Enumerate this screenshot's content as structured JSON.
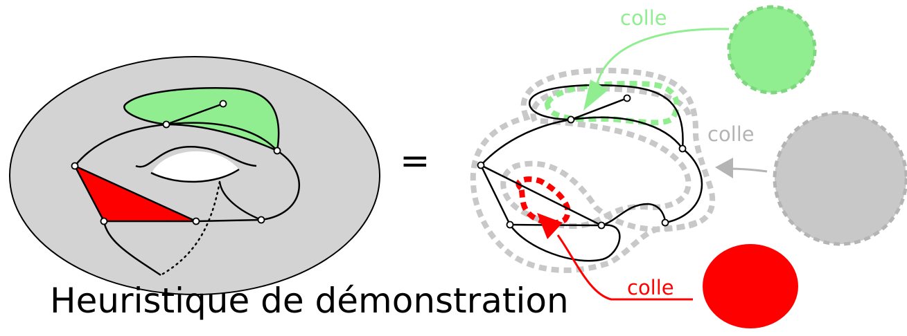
{
  "diagram": {
    "title": "Heuristique de démonstration",
    "equals_sign": "=",
    "labels": {
      "colle_green": "colle",
      "colle_gray": "colle",
      "colle_red": "colle"
    },
    "colors": {
      "surface": "#d3d3d3",
      "green_face": "#90ee90",
      "red_face": "#ff0000",
      "gray_disk": "#c8c8c8",
      "green_label": "#90ee90",
      "gray_label": "#b4b4b4",
      "red_label": "#ff0000"
    }
  }
}
